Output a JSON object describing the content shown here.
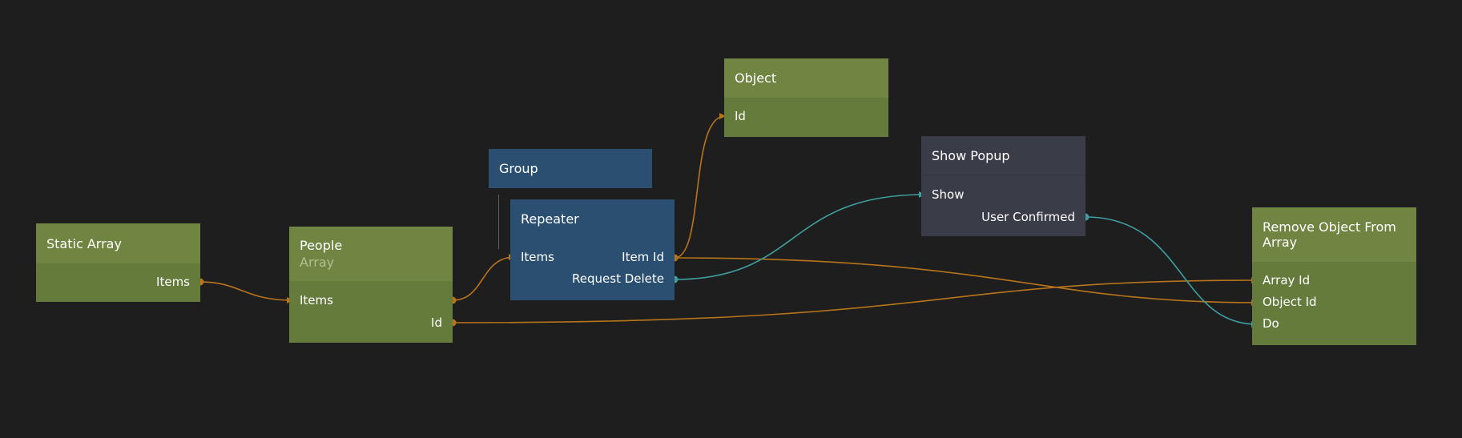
{
  "nodes": {
    "static_array": {
      "title": "Static Array",
      "out_items": "Items"
    },
    "people": {
      "title": "People",
      "subtitle": "Array",
      "in_items": "Items",
      "out_id": "Id"
    },
    "group": {
      "title": "Group"
    },
    "repeater": {
      "title": "Repeater",
      "in_items": "Items",
      "out_item_id": "Item Id",
      "out_request_delete": "Request Delete"
    },
    "object": {
      "title": "Object",
      "in_id": "Id"
    },
    "show_popup": {
      "title": "Show Popup",
      "in_show": "Show",
      "out_user_confirmed": "User Confirmed"
    },
    "remove_object": {
      "title": "Remove Object From Array",
      "in_array_id": "Array Id",
      "in_object_id": "Object Id",
      "in_do": "Do"
    }
  },
  "colors": {
    "background": "#1e1e1e",
    "data_wire": "#b8741a",
    "signal_wire": "#3f9e9e",
    "green_header": "#718542",
    "green_body": "#657b3c",
    "blue_node": "#2b4f71",
    "grey_node": "#3a3d47"
  },
  "connections": [
    {
      "from": "Static Array.Items",
      "to": "People.Items",
      "type": "data"
    },
    {
      "from": "People.Items",
      "to": "Repeater.Items",
      "type": "data"
    },
    {
      "from": "People.Id",
      "to": "Remove Object From Array.Array Id",
      "type": "data"
    },
    {
      "from": "Repeater.Item Id",
      "to": "Object.Id",
      "type": "data"
    },
    {
      "from": "Repeater.Item Id",
      "to": "Remove Object From Array.Object Id",
      "type": "data"
    },
    {
      "from": "Repeater.Request Delete",
      "to": "Show Popup.Show",
      "type": "signal"
    },
    {
      "from": "Show Popup.User Confirmed",
      "to": "Remove Object From Array.Do",
      "type": "signal"
    }
  ]
}
